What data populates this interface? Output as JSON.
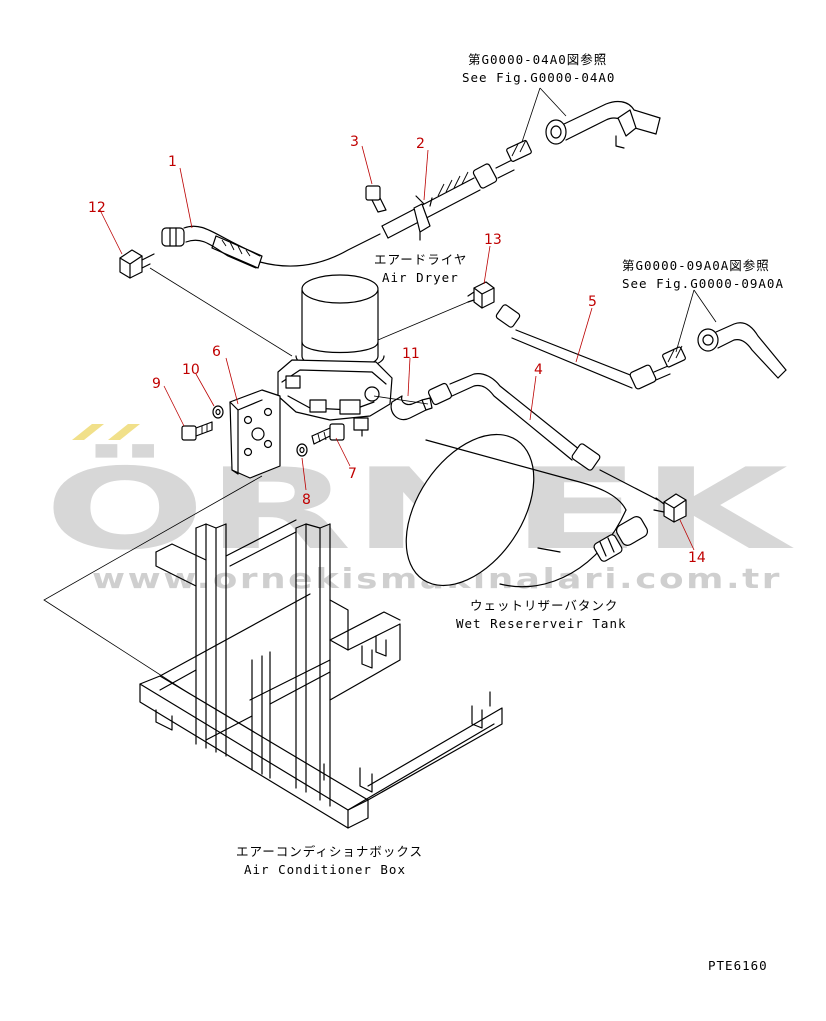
{
  "figure_code": "PTE6160",
  "watermark": {
    "brand": "ÖRNEK",
    "url": "www.ornekismakinalari.com.tr",
    "accent_color": "#f1e08a"
  },
  "references": {
    "top": {
      "jp": "第G0000-04A0図参照",
      "en": "See Fig.G0000-04A0"
    },
    "right": {
      "jp": "第G0000-09A0A図参照",
      "en": "See Fig.G0000-09A0A"
    }
  },
  "labels": {
    "air_dryer": {
      "jp": "エアードライヤ",
      "en": "Air Dryer"
    },
    "wet_reservoir_tank": {
      "jp": "ウェットリザーバタンク",
      "en": "Wet Resererveir Tank"
    },
    "air_conditioner_box": {
      "jp": "エアーコンディショナボックス",
      "en": "Air Conditioner Box"
    }
  },
  "callouts": [
    "1",
    "2",
    "3",
    "4",
    "5",
    "6",
    "7",
    "8",
    "9",
    "10",
    "11",
    "12",
    "13",
    "14"
  ],
  "colors": {
    "callout": "#c00000",
    "line": "#000000"
  }
}
